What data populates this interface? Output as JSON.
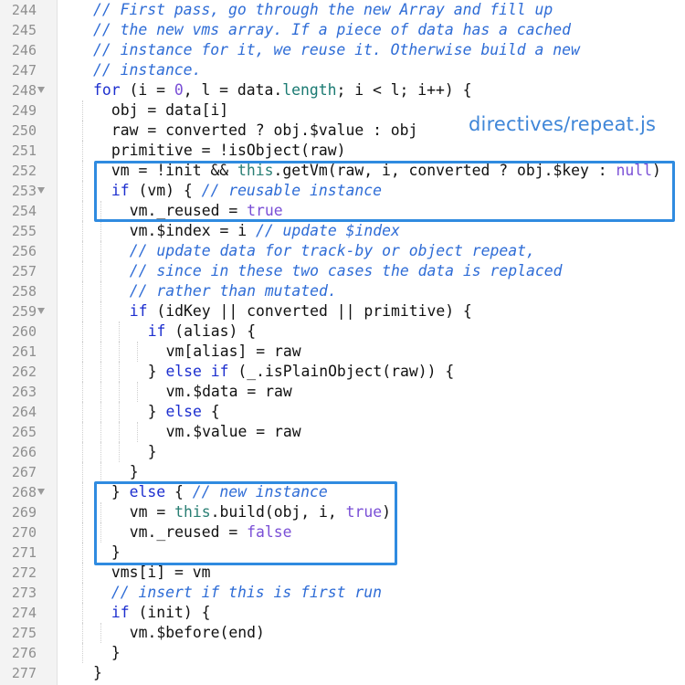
{
  "colors": {
    "keyword": "#1d2fcf",
    "comment": "#2e6cd6",
    "literal": "#7a4fd6",
    "property": "#1a7a72",
    "highlight_border": "#2f8be0"
  },
  "file_label": "directives/repeat.js",
  "lines": [
    {
      "n": "244",
      "fold": false,
      "indent": 1,
      "tokens": [
        {
          "t": "// First pass, go through the new Array and fill up",
          "c": "cm"
        }
      ]
    },
    {
      "n": "245",
      "fold": false,
      "indent": 1,
      "tokens": [
        {
          "t": "// the new vms array. If a piece of data has a cached",
          "c": "cm"
        }
      ]
    },
    {
      "n": "246",
      "fold": false,
      "indent": 1,
      "tokens": [
        {
          "t": "// instance for it, we reuse it. Otherwise build a new",
          "c": "cm"
        }
      ]
    },
    {
      "n": "247",
      "fold": false,
      "indent": 1,
      "tokens": [
        {
          "t": "// instance.",
          "c": "cm"
        }
      ]
    },
    {
      "n": "248",
      "fold": true,
      "indent": 1,
      "tokens": [
        {
          "t": "for",
          "c": "kw"
        },
        {
          "t": " (i = ",
          "c": "pl"
        },
        {
          "t": "0",
          "c": "lit"
        },
        {
          "t": ", l = data.",
          "c": "pl"
        },
        {
          "t": "length",
          "c": "pr"
        },
        {
          "t": "; i < l; i++) {",
          "c": "pl"
        }
      ]
    },
    {
      "n": "249",
      "fold": false,
      "indent": 2,
      "tokens": [
        {
          "t": "obj = data[i]",
          "c": "pl"
        }
      ]
    },
    {
      "n": "250",
      "fold": false,
      "indent": 2,
      "tokens": [
        {
          "t": "raw = converted ? obj.$value : obj",
          "c": "pl"
        }
      ]
    },
    {
      "n": "251",
      "fold": false,
      "indent": 2,
      "tokens": [
        {
          "t": "primitive = !isObject(raw)",
          "c": "pl"
        }
      ]
    },
    {
      "n": "252",
      "fold": false,
      "indent": 2,
      "tokens": [
        {
          "t": "vm = !init && ",
          "c": "pl"
        },
        {
          "t": "this",
          "c": "th"
        },
        {
          "t": ".getVm(raw, i, converted ? obj.$key : ",
          "c": "pl"
        },
        {
          "t": "null",
          "c": "lit"
        },
        {
          "t": ")",
          "c": "pl"
        }
      ]
    },
    {
      "n": "253",
      "fold": true,
      "indent": 2,
      "tokens": [
        {
          "t": "if",
          "c": "kw"
        },
        {
          "t": " (vm) { ",
          "c": "pl"
        },
        {
          "t": "// reusable instance",
          "c": "cm"
        }
      ]
    },
    {
      "n": "254",
      "fold": false,
      "indent": 3,
      "tokens": [
        {
          "t": "vm._reused = ",
          "c": "pl"
        },
        {
          "t": "true",
          "c": "lit"
        }
      ]
    },
    {
      "n": "255",
      "fold": false,
      "indent": 3,
      "tokens": [
        {
          "t": "vm.$index = i ",
          "c": "pl"
        },
        {
          "t": "// update $index",
          "c": "cm"
        }
      ]
    },
    {
      "n": "256",
      "fold": false,
      "indent": 3,
      "tokens": [
        {
          "t": "// update data for track-by or object repeat,",
          "c": "cm"
        }
      ]
    },
    {
      "n": "257",
      "fold": false,
      "indent": 3,
      "tokens": [
        {
          "t": "// since in these two cases the data is replaced",
          "c": "cm"
        }
      ]
    },
    {
      "n": "258",
      "fold": false,
      "indent": 3,
      "tokens": [
        {
          "t": "// rather than mutated.",
          "c": "cm"
        }
      ]
    },
    {
      "n": "259",
      "fold": true,
      "indent": 3,
      "tokens": [
        {
          "t": "if",
          "c": "kw"
        },
        {
          "t": " (idKey || converted || primitive) {",
          "c": "pl"
        }
      ]
    },
    {
      "n": "260",
      "fold": false,
      "indent": 4,
      "tokens": [
        {
          "t": "if",
          "c": "kw"
        },
        {
          "t": " (alias) {",
          "c": "pl"
        }
      ]
    },
    {
      "n": "261",
      "fold": false,
      "indent": 5,
      "tokens": [
        {
          "t": "vm[alias] = raw",
          "c": "pl"
        }
      ]
    },
    {
      "n": "262",
      "fold": false,
      "indent": 4,
      "tokens": [
        {
          "t": "} ",
          "c": "pl"
        },
        {
          "t": "else if",
          "c": "kw"
        },
        {
          "t": " (_.isPlainObject(raw)) {",
          "c": "pl"
        }
      ]
    },
    {
      "n": "263",
      "fold": false,
      "indent": 5,
      "tokens": [
        {
          "t": "vm.$data = raw",
          "c": "pl"
        }
      ]
    },
    {
      "n": "264",
      "fold": false,
      "indent": 4,
      "tokens": [
        {
          "t": "} ",
          "c": "pl"
        },
        {
          "t": "else",
          "c": "kw"
        },
        {
          "t": " {",
          "c": "pl"
        }
      ]
    },
    {
      "n": "265",
      "fold": false,
      "indent": 5,
      "tokens": [
        {
          "t": "vm.$value = raw",
          "c": "pl"
        }
      ]
    },
    {
      "n": "266",
      "fold": false,
      "indent": 4,
      "tokens": [
        {
          "t": "}",
          "c": "pl"
        }
      ]
    },
    {
      "n": "267",
      "fold": false,
      "indent": 3,
      "tokens": [
        {
          "t": "}",
          "c": "pl"
        }
      ]
    },
    {
      "n": "268",
      "fold": true,
      "indent": 2,
      "tokens": [
        {
          "t": "} ",
          "c": "pl"
        },
        {
          "t": "else",
          "c": "kw"
        },
        {
          "t": " { ",
          "c": "pl"
        },
        {
          "t": "// new instance",
          "c": "cm"
        }
      ]
    },
    {
      "n": "269",
      "fold": false,
      "indent": 3,
      "tokens": [
        {
          "t": "vm = ",
          "c": "pl"
        },
        {
          "t": "this",
          "c": "th"
        },
        {
          "t": ".build(obj, i, ",
          "c": "pl"
        },
        {
          "t": "true",
          "c": "lit"
        },
        {
          "t": ")",
          "c": "pl"
        }
      ]
    },
    {
      "n": "270",
      "fold": false,
      "indent": 3,
      "tokens": [
        {
          "t": "vm._reused = ",
          "c": "pl"
        },
        {
          "t": "false",
          "c": "lit"
        }
      ]
    },
    {
      "n": "271",
      "fold": false,
      "indent": 2,
      "tokens": [
        {
          "t": "}",
          "c": "pl"
        }
      ]
    },
    {
      "n": "272",
      "fold": false,
      "indent": 2,
      "tokens": [
        {
          "t": "vms[i] = vm",
          "c": "pl"
        }
      ]
    },
    {
      "n": "273",
      "fold": false,
      "indent": 2,
      "tokens": [
        {
          "t": "// insert if this is first run",
          "c": "cm"
        }
      ]
    },
    {
      "n": "274",
      "fold": false,
      "indent": 2,
      "tokens": [
        {
          "t": "if",
          "c": "kw"
        },
        {
          "t": " (init) {",
          "c": "pl"
        }
      ]
    },
    {
      "n": "275",
      "fold": false,
      "indent": 3,
      "tokens": [
        {
          "t": "vm.$before(end)",
          "c": "pl"
        }
      ]
    },
    {
      "n": "276",
      "fold": false,
      "indent": 2,
      "tokens": [
        {
          "t": "}",
          "c": "pl"
        }
      ]
    },
    {
      "n": "277",
      "fold": false,
      "indent": 1,
      "tokens": [
        {
          "t": "}",
          "c": "pl"
        }
      ]
    }
  ]
}
